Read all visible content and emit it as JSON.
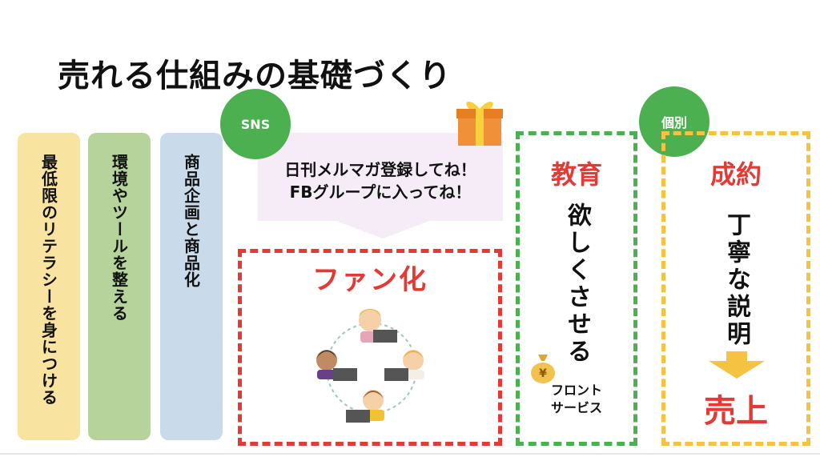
{
  "title": "売れる仕組みの基礎づくり",
  "pillars": [
    {
      "label": "最低限のリテラシーを身につける",
      "color": "#f8e3a0"
    },
    {
      "label": "環境やツールを整える",
      "color": "#b5d39b"
    },
    {
      "label": "商品企画と商品化",
      "color": "#c9daea"
    }
  ],
  "badges": {
    "sns": "SNS",
    "individual": "個別"
  },
  "callout": {
    "line1": "日刊メルマガ登録してね！",
    "line2": "FBグループに入ってね！"
  },
  "fan": {
    "title": "ファン化"
  },
  "education": {
    "title": "教育",
    "text": "欲しくさせる",
    "sub1": "フロント",
    "sub2": "サービス"
  },
  "deal": {
    "title": "成約",
    "text": "丁寧な説明",
    "result": "売上"
  },
  "colors": {
    "red": "#e53935",
    "green": "#4caf50",
    "yellow": "#f5c242",
    "pink": "#f6ecf8"
  }
}
